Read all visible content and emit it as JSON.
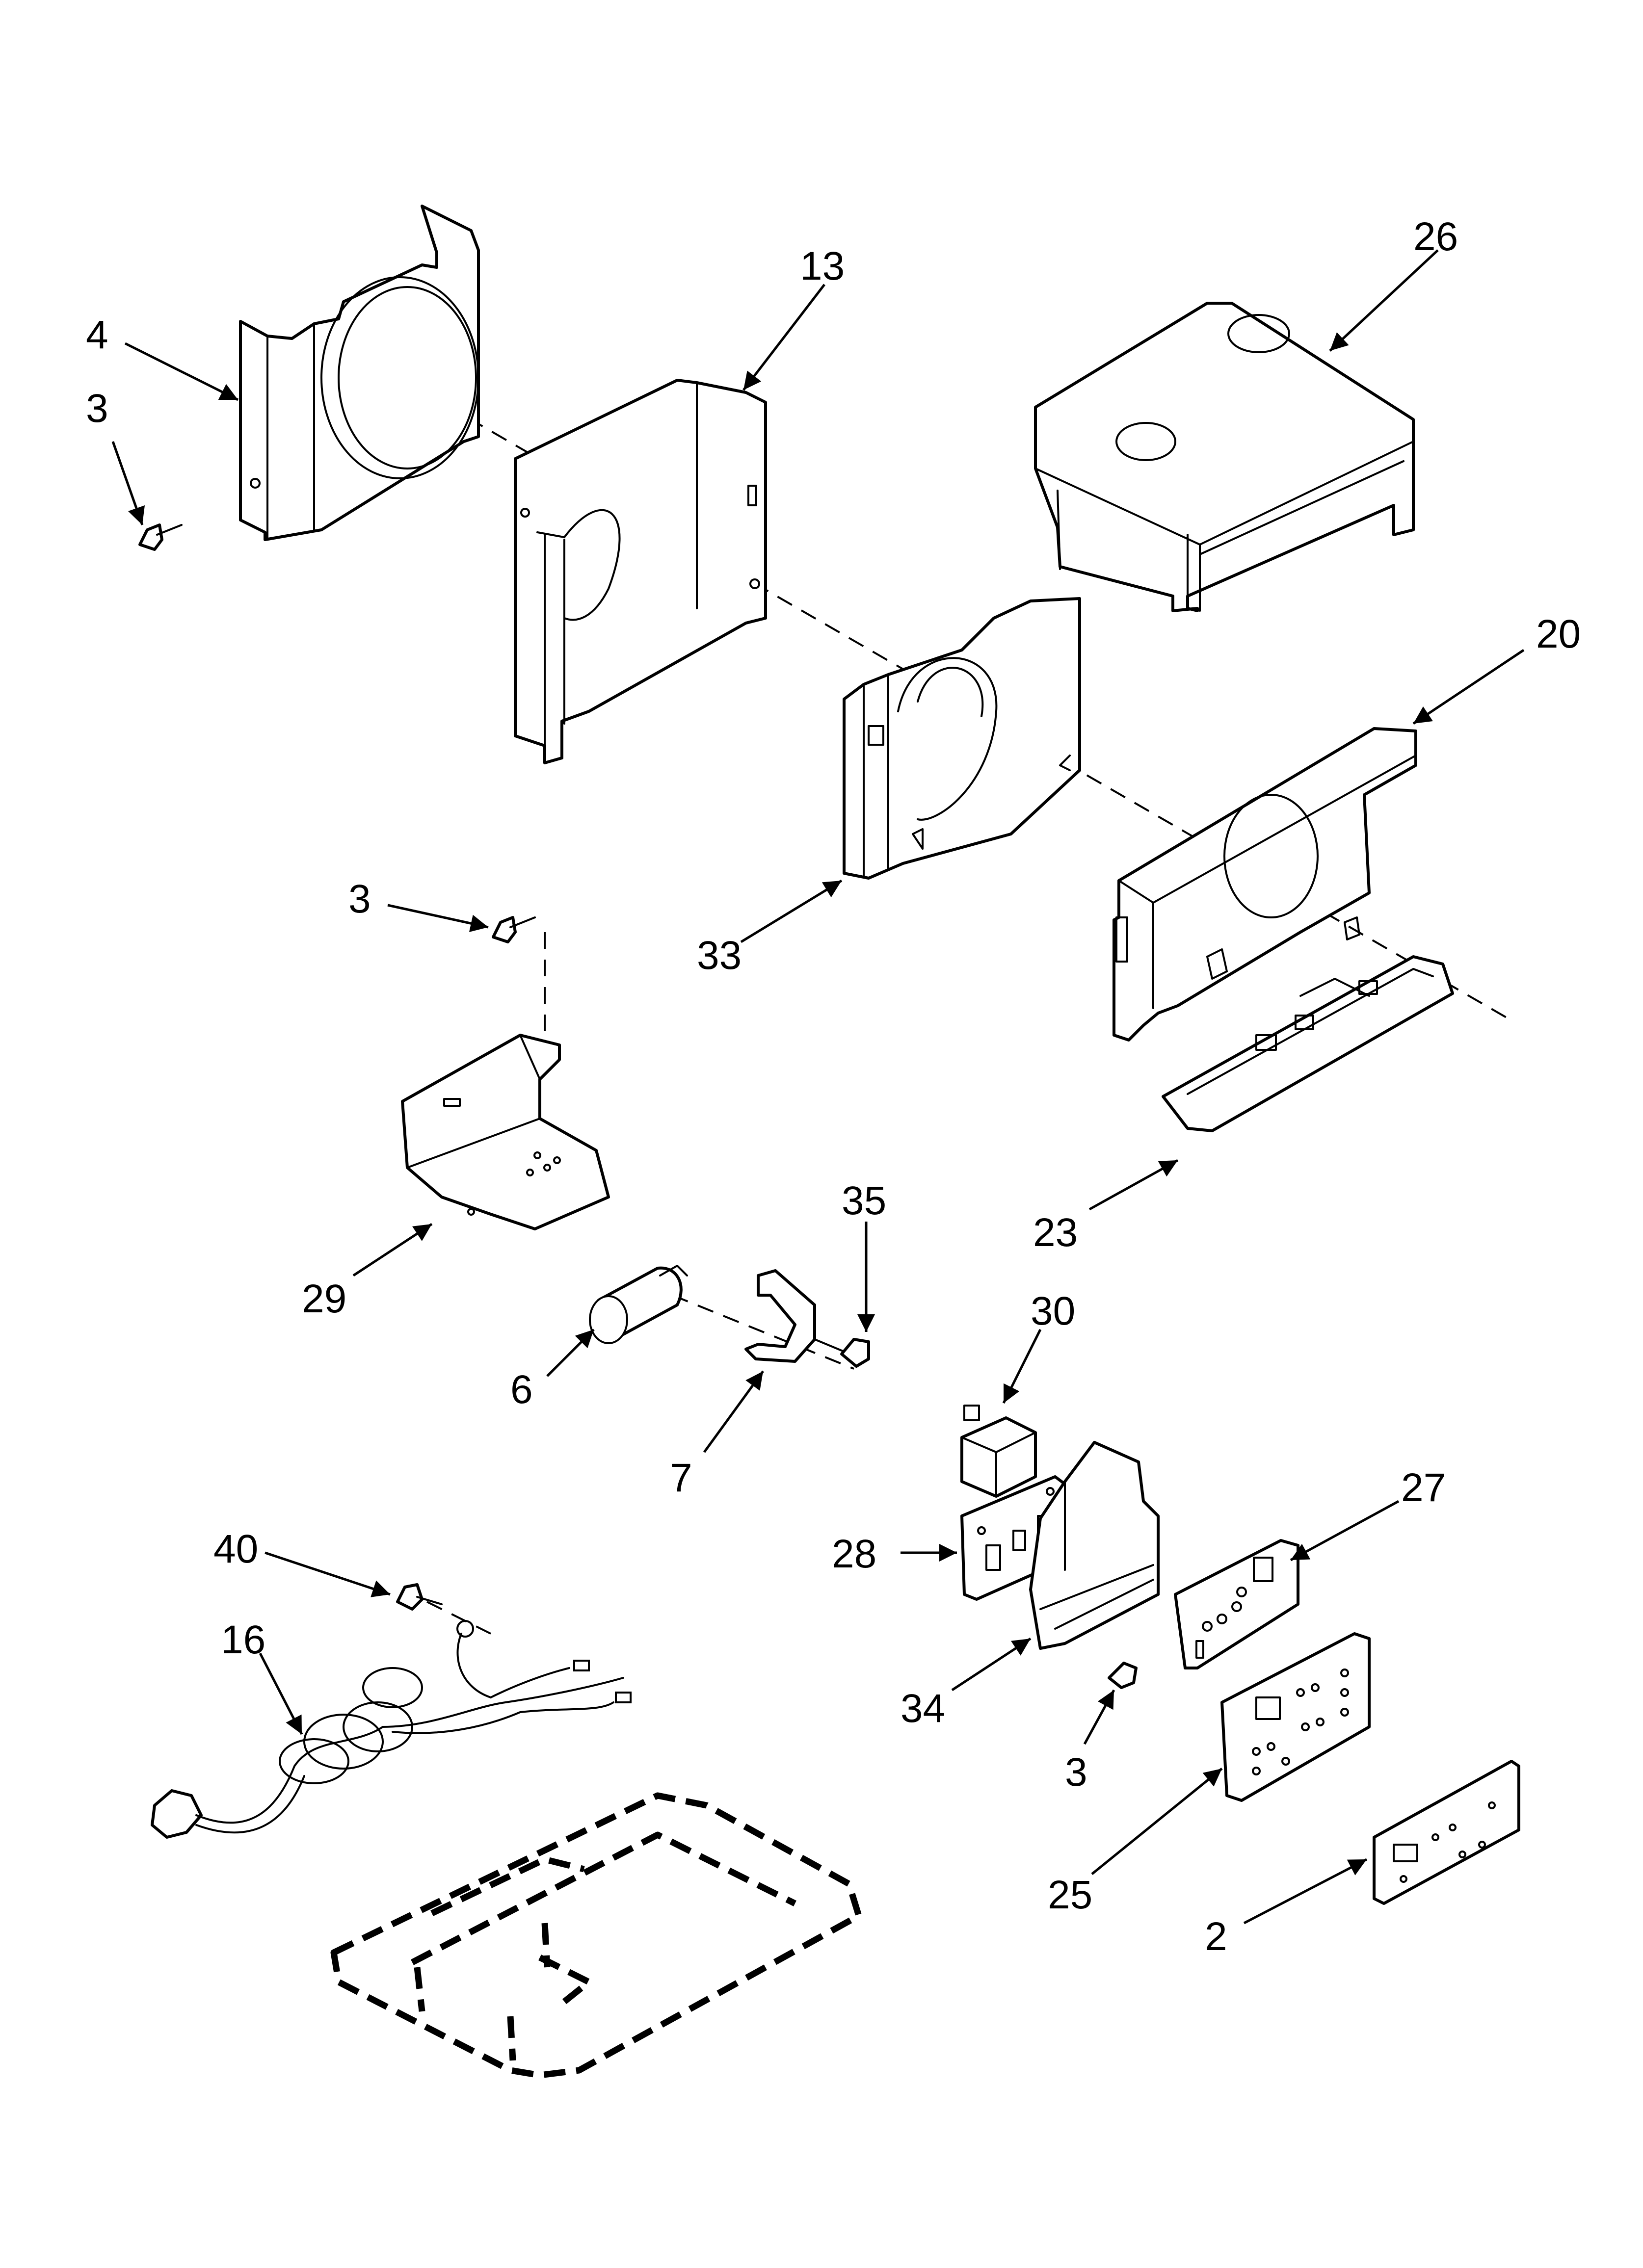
{
  "callouts": [
    {
      "id": "c26",
      "text": "26"
    },
    {
      "id": "c13",
      "text": "13"
    },
    {
      "id": "c4",
      "text": "4"
    },
    {
      "id": "c3a",
      "text": "3"
    },
    {
      "id": "c20",
      "text": "20"
    },
    {
      "id": "c3b",
      "text": "3"
    },
    {
      "id": "c33",
      "text": "33"
    },
    {
      "id": "c35",
      "text": "35"
    },
    {
      "id": "c23",
      "text": "23"
    },
    {
      "id": "c29",
      "text": "29"
    },
    {
      "id": "c30",
      "text": "30"
    },
    {
      "id": "c6",
      "text": "6"
    },
    {
      "id": "c7",
      "text": "7"
    },
    {
      "id": "c27",
      "text": "27"
    },
    {
      "id": "c40",
      "text": "40"
    },
    {
      "id": "c28",
      "text": "28"
    },
    {
      "id": "c16",
      "text": "16"
    },
    {
      "id": "c34",
      "text": "34"
    },
    {
      "id": "c3c",
      "text": "3"
    },
    {
      "id": "c25",
      "text": "25"
    },
    {
      "id": "c2",
      "text": "2"
    }
  ]
}
